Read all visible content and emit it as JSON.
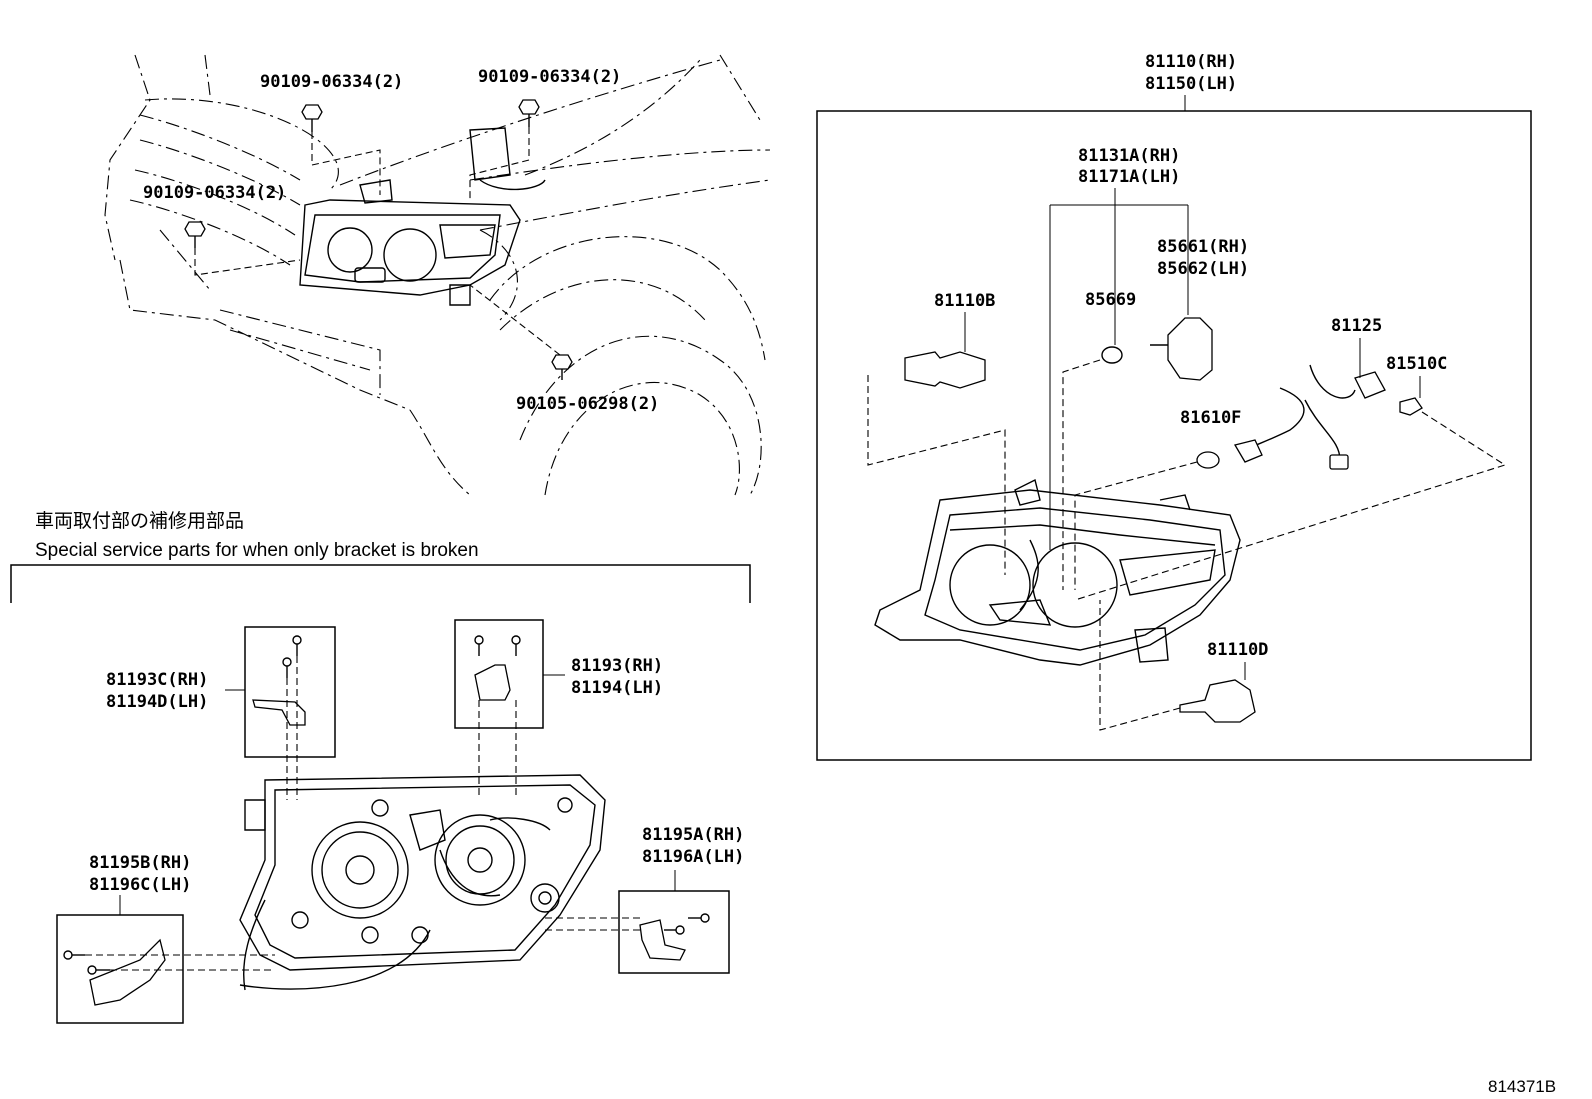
{
  "callouts": {
    "bolt_top_left": "90109-06334(2)",
    "bolt_top_right": "90109-06334(2)",
    "bolt_mid_left": "90109-06334(2)",
    "bolt_bottom": "90105-06298(2)",
    "assy_rh": "81110(RH)",
    "assy_lh": "81150(LH)",
    "housing_rh": "81131A(RH)",
    "housing_lh": "81171A(LH)",
    "socket_rh": "85661(RH)",
    "socket_lh": "85662(LH)",
    "oring": "85669",
    "bulb_b": "81110B",
    "cord": "81125",
    "bulb_c": "81510C",
    "bulb_f": "81610F",
    "bulb_d": "81110D",
    "bracket_c_rh": "81193C(RH)",
    "bracket_d_lh": "81194D(LH)",
    "bracket_rh": "81193(RH)",
    "bracket_lh": "81194(LH)",
    "bracket_b_rh": "81195B(RH)",
    "bracket_c2_lh": "81196C(LH)",
    "bracket_a_rh": "81195A(RH)",
    "bracket_a_lh": "81196A(LH)"
  },
  "notes": {
    "jp_title": "車両取付部の補修用部品",
    "en_title": "Special service parts for when only bracket is broken"
  },
  "figure_id": "814371B"
}
